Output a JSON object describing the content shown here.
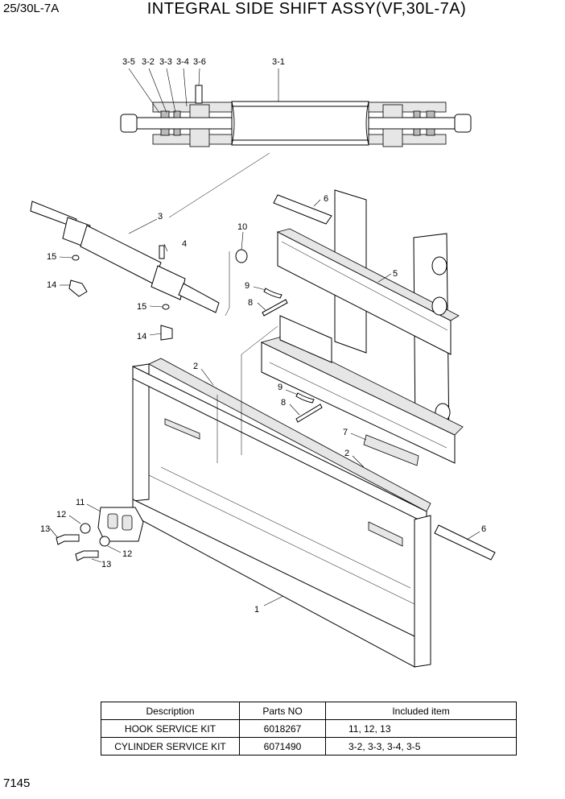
{
  "header": {
    "model": "25/30L-7A",
    "title": "INTEGRAL SIDE SHIFT ASSY(VF,30L-7A)"
  },
  "footer": {
    "page_number": "7145"
  },
  "callouts": {
    "c3_5": "3-5",
    "c3_2": "3-2",
    "c3_3": "3-3",
    "c3_4": "3-4",
    "c3_6": "3-6",
    "c3_1": "3-1",
    "c3": "3",
    "c4": "4",
    "c15a": "15",
    "c14a": "14",
    "c15b": "15",
    "c14b": "14",
    "c10": "10",
    "c9a": "9",
    "c8a": "8",
    "c6a": "6",
    "c5": "5",
    "c2a": "2",
    "c9b": "9",
    "c8b": "8",
    "c7": "7",
    "c2b": "2",
    "c11": "11",
    "c12a": "12",
    "c13a": "13",
    "c12b": "12",
    "c13b": "13",
    "c6b": "6",
    "c1": "1"
  },
  "kit_table": {
    "headers": [
      "Description",
      "Parts NO",
      "Included item"
    ],
    "rows": [
      [
        "HOOK SERVICE KIT",
        "6018267",
        "11, 12, 13"
      ],
      [
        "CYLINDER SERVICE KIT",
        "6071490",
        "3-2, 3-3, 3-4, 3-5"
      ]
    ]
  }
}
